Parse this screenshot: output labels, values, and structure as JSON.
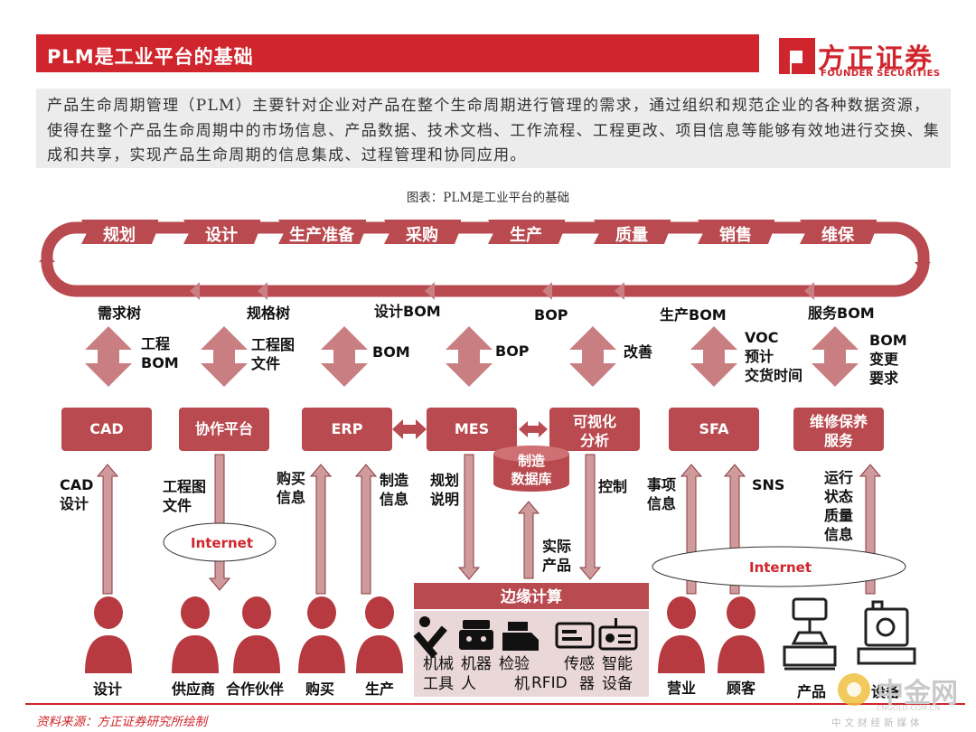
{
  "header": {
    "title": "PLM是工业平台的基础",
    "logo_name": "方正证券",
    "logo_sub": "FOUNDER SECURITIES"
  },
  "intro": "产品生命周期管理（PLM）主要针对企业对产品在整个生命周期进行管理的需求，通过组织和规范企业的各种数据资源，使得在整个产品生命周期中的市场信息、产品数据、技术文档、工作流程、工程更改、项目信息等能够有效地进行交换、集成和共享，实现产品生命周期的信息集成、过程管理和协同应用。",
  "figure_caption": "图表：PLM是工业平台的基础",
  "diagram": {
    "stages": [
      "规划",
      "设计",
      "生产准备",
      "采购",
      "生产",
      "质量",
      "销售",
      "维保"
    ],
    "outputs": [
      "需求树",
      "规格树",
      "设计BOM",
      "BOP",
      "生产BOM",
      "服务BOM"
    ],
    "exchange": [
      "工程\nBOM",
      "工程图\n文件",
      "BOM",
      "BOP",
      "改善",
      "VOC\n预计\n交货时间",
      "BOM\n变更\n要求"
    ],
    "systems": [
      "CAD",
      "协作平台",
      "ERP",
      "MES",
      "可视化\n分析",
      "SFA",
      "维修保养\n服务"
    ],
    "database": "制造\n数据库",
    "links": [
      "CAD\n设计",
      "工程图\n文件",
      "购买\n信息",
      "制造\n信息",
      "规划\n说明",
      "实际\n产品",
      "控制",
      "事项\n信息",
      "SNS",
      "运行\n状态\n质量\n信息"
    ],
    "internet_left": "Internet",
    "internet_right": "Internet",
    "edge_title": "边缘计算",
    "devices": [
      "机械\n工具",
      "机器\n人",
      "检验\n机",
      "RFID",
      "传感\n器",
      "智能\n设备"
    ],
    "people": [
      "设计",
      "供应商",
      "合作伙伴",
      "购买",
      "生产",
      "营业",
      "顾客",
      "产品",
      "设备"
    ]
  },
  "footer": {
    "source": "资料来源：方正证券研究所绘制",
    "watermark": "中金网",
    "watermark_sub": "CNGOLD.COM.CN",
    "watermark_tag": "中文财经新媒体"
  },
  "colors": {
    "accent": "#d0252c",
    "box": "#b94a4f",
    "arrow": "#c97f82",
    "edge_panel": "#ead7d8",
    "person": "#b63a40"
  }
}
